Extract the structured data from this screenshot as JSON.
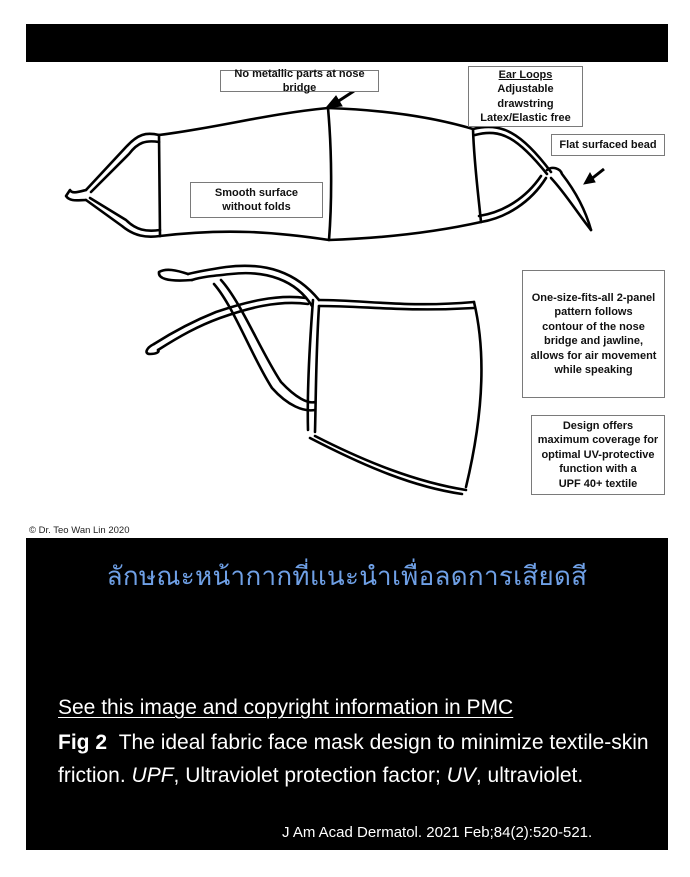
{
  "figure": {
    "labels": {
      "nose_bridge": "No metallic parts at nose bridge",
      "ear_loops_title": "Ear Loops",
      "ear_loops_line1": "Adjustable drawstring",
      "ear_loops_line2": "Latex/Elastic free",
      "bead": "Flat surfaced bead",
      "smooth_line1": "Smooth surface",
      "smooth_line2": "without folds",
      "panel_line1": "One-size-fits-all 2-panel",
      "panel_line2": "pattern follows",
      "panel_line3": "contour of the nose",
      "panel_line4": "bridge and jawline,",
      "panel_line5": "allows for air movement",
      "panel_line6": "while speaking",
      "design_line1": "Design offers",
      "design_line2": "maximum coverage for",
      "design_line3": "optimal UV-protective",
      "design_line4": "function with a",
      "design_line5": "UPF 40+ textile"
    },
    "copyright": "© Dr. Teo Wan Lin 2020"
  },
  "caption": {
    "thai_title": "ลักษณะหน้ากากที่แนะนำเพื่อลดการเสียดสี",
    "pmc_link": "See this image and copyright information in PMC",
    "fig_label": "Fig 2",
    "fig_text_1": "The ideal fabric face mask design to minimize textile-skin friction. ",
    "upf_abbr": "UPF",
    "fig_text_2": ", Ultraviolet protection factor; ",
    "uv_abbr": "UV",
    "fig_text_3": ", ultraviolet.",
    "journal": "J Am Acad Dermatol. 2021 Feb;84(2):520-521."
  },
  "colors": {
    "background": "#000000",
    "thai_title": "#6fa0e6",
    "text": "#ffffff"
  }
}
